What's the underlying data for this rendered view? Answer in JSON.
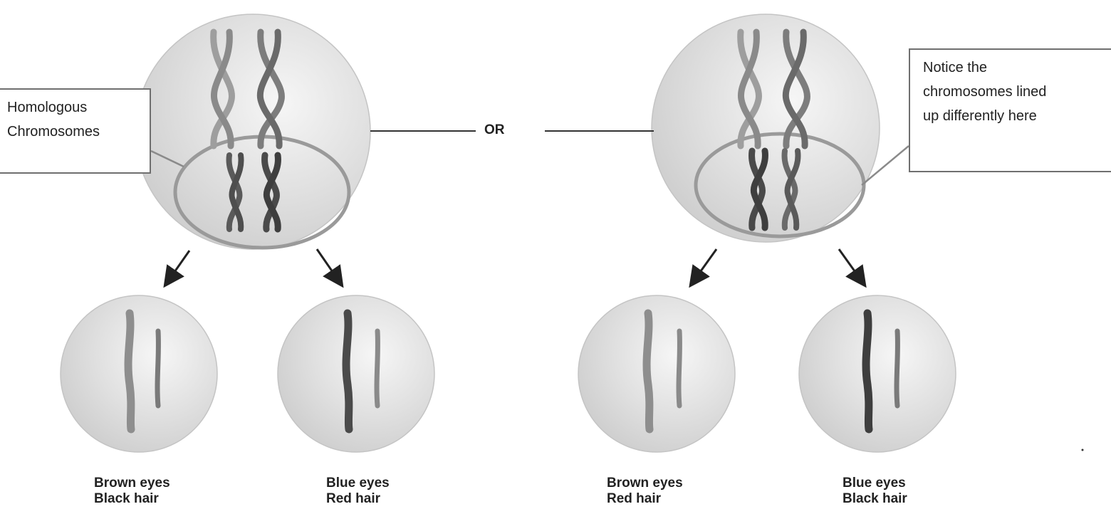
{
  "callouts": {
    "left": {
      "line1": "Homologous",
      "line2": "Chromosomes"
    },
    "right": {
      "line1": "Notice the",
      "line2": "chromosomes lined",
      "line3": "up differently here"
    }
  },
  "separator": {
    "label": "OR"
  },
  "daughter_cells": [
    {
      "eyes": "Brown eyes",
      "hair": "Black hair"
    },
    {
      "eyes": "Blue eyes",
      "hair": "Red hair"
    },
    {
      "eyes": "Brown eyes",
      "hair": "Red hair"
    },
    {
      "eyes": "Blue eyes",
      "hair": "Black hair"
    }
  ],
  "colors": {
    "cell_fill": "#d9d9d9",
    "cell_highlight": "#f4f4f4",
    "ellipse_stroke": "#9a9a9a",
    "chromosome_light": "#9e9e9e",
    "chromosome_dark": "#4a4a4a",
    "line": "#333333"
  }
}
